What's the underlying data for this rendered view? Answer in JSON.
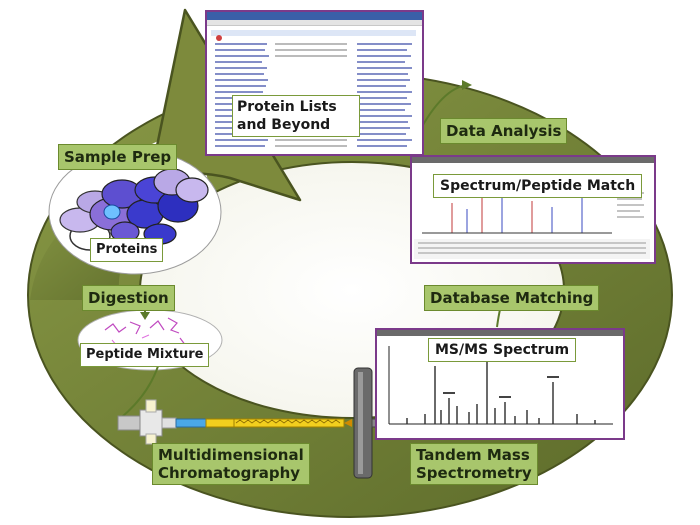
{
  "stages": {
    "sample_prep": "Sample Prep",
    "digestion": "Digestion",
    "chromatography": [
      "Multidimensional",
      "Chromatography"
    ],
    "tandem_ms": [
      "Tandem Mass",
      "Spectrometry"
    ],
    "database_matching": "Database Matching",
    "data_analysis": "Data Analysis"
  },
  "callouts": {
    "proteins": "Proteins",
    "peptide_mixture": "Peptide Mixture",
    "ms_ms_spectrum": "MS/MS Spectrum",
    "spectrum_peptide_match": "Spectrum/Peptide Match",
    "protein_lists": [
      "Protein Lists",
      "and Beyond"
    ]
  },
  "colors": {
    "arrow_fill": "#6e7c34",
    "arrow_dark": "#4a5420",
    "stage_box": "#a8c66c",
    "window_frame": "#7b3a8a",
    "spectrum_peaks": "#2b2b2b",
    "protein_blob_dark": "#2d2fbf",
    "protein_blob_light": "#b9a8e6",
    "capillary_yellow": "#f2cf1e"
  },
  "icons": {
    "cycle_arrow": "curved-cycle-arrow-icon",
    "protein_cluster": "protein-cluster-icon",
    "peptide_cloud": "peptide-fragments-icon",
    "capillary_column": "capillary-column-icon",
    "ion_source": "mass-spec-inlet-icon"
  }
}
